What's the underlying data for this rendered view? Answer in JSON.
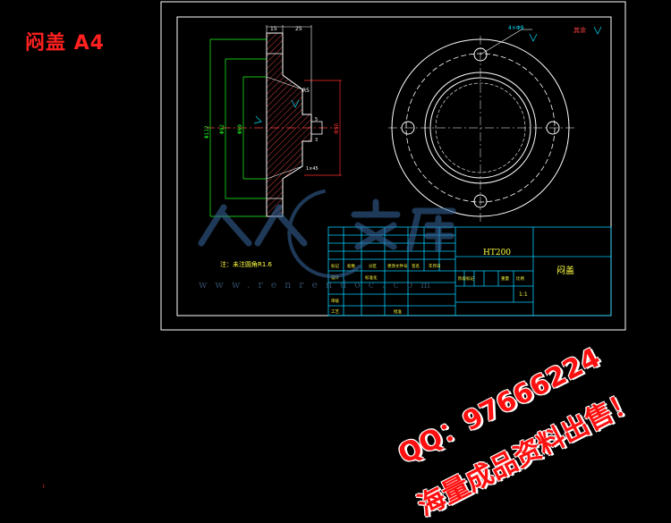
{
  "drawing_title": "闷盖 A4",
  "note": "注：未注圆角R1.6",
  "roughness_mark": "其余",
  "dimensions": {
    "top_left": "15",
    "top_right": "25",
    "radius": "R5",
    "dia_outer": "Φ112",
    "dia_2": "Φ92",
    "dia_3": "Φ69",
    "dia_bore": "Φ50",
    "small_a": "5",
    "small_b": "3",
    "chamfer": "1×45",
    "holes": "4×Φ9"
  },
  "title_block": {
    "material": "HT200",
    "part_name": "闷盖",
    "scale": "1:1",
    "row_labels": [
      "标记",
      "处数",
      "分区",
      "更改文件号",
      "签名",
      "年月日"
    ],
    "design_label": "设计",
    "std_label": "标准化",
    "check_label": "审核",
    "process_label": "工艺",
    "approve_label": "批准",
    "stage_label": "阶段标记",
    "weight_label": "重量",
    "scale_label": "比例"
  },
  "watermark": {
    "site": "www.renrendoc.com"
  },
  "promo": {
    "line1": "QQ：97666224",
    "line2": "海量成品资料出售！"
  },
  "corner_mark": "Ⅰ"
}
